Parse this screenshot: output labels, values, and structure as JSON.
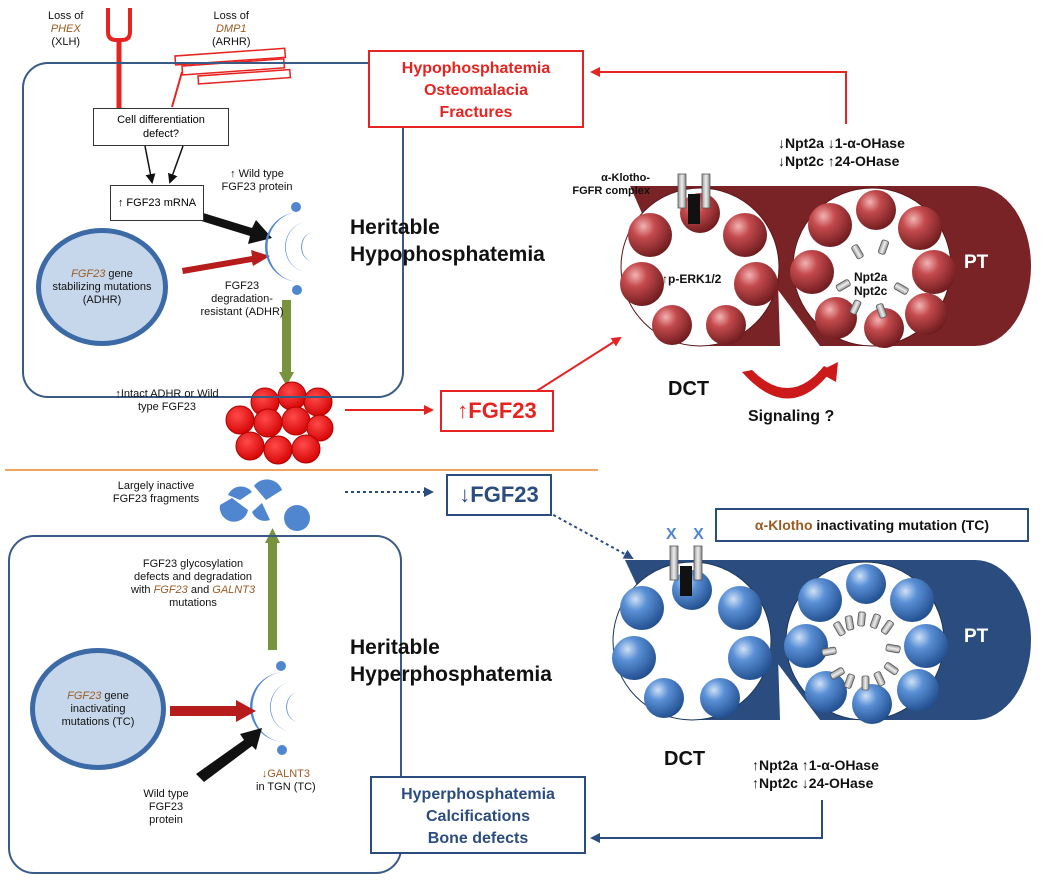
{
  "top": {
    "phex_prefix": "Loss of",
    "phex_gene": "PHEX",
    "phex_disease": "(XLH)",
    "dmp1_prefix": "Loss of",
    "dmp1_gene": "DMP1",
    "dmp1_disease": "(ARHR)",
    "cell_diff": "Cell differentiation defect?",
    "fgf23_mrna": "↑ FGF23 mRNA",
    "wild_type_protein": "↑ Wild type FGF23 protein",
    "nucleus_gene": "FGF23",
    "nucleus_text": "gene stabilizing mutations (ADHR)",
    "degradation_resistant": "FGF23 degradation-resistant (ADHR)",
    "intact_label": "↑Intact ADHR or Wild type FGF23",
    "section_title_1": "Heritable",
    "section_title_2": "Hypophosphatemia",
    "fgf23_up": "↑FGF23",
    "outcome_1": "Hypophosphatemia",
    "outcome_2": "Osteomalacia",
    "outcome_3": "Fractures",
    "enzyme_1a": "↓Npt2a ↓1-α-OHase",
    "enzyme_1b": "↓Npt2c ↑24-OHase",
    "klotho_complex": "α-Klotho- FGFR complex",
    "perk": "↑p-ERK1/2",
    "npt2a": "Npt2a",
    "npt2c": "Npt2c",
    "pt": "PT",
    "dct": "DCT",
    "signaling": "Signaling ?"
  },
  "bottom": {
    "fragments": "Largely inactive FGF23 fragments",
    "glyco_line1": "FGF23 glycosylation",
    "glyco_line2": "defects and degradation",
    "glyco_line3_pre": "with ",
    "glyco_gene1": "FGF23",
    "glyco_line3_mid": " and ",
    "glyco_gene2": "GALNT3",
    "glyco_line4": "mutations",
    "nucleus_gene": "FGF23",
    "nucleus_text": "gene inactivating mutations (TC)",
    "wild_type": "Wild type FGF23 protein",
    "galnt3_gene": "↓GALNT3",
    "galnt3_loc": "in TGN (TC)",
    "section_title_1": "Heritable",
    "section_title_2": "Hyperphosphatemia",
    "fgf23_down": "↓FGF23",
    "klotho_name": "α-Klotho",
    "klotho_rest": " inactivating mutation (TC)",
    "x_marks": "X X",
    "pt": "PT",
    "dct": "DCT",
    "enzyme_2a": "↑Npt2a ↑1-α-OHase",
    "enzyme_2b": "↑Npt2c ↓24-OHase",
    "outcome_1": "Hyperphosphatemia",
    "outcome_2": "Calcifications",
    "outcome_3": "Bone defects"
  },
  "colors": {
    "red": "#e52421",
    "navy": "#2b4c7e",
    "maroon": "#7a2326",
    "blue_sphere": "#4f86cf",
    "green_arrow": "#77933c",
    "divider": "#f0a460",
    "gene_brown": "#9a5b22"
  }
}
